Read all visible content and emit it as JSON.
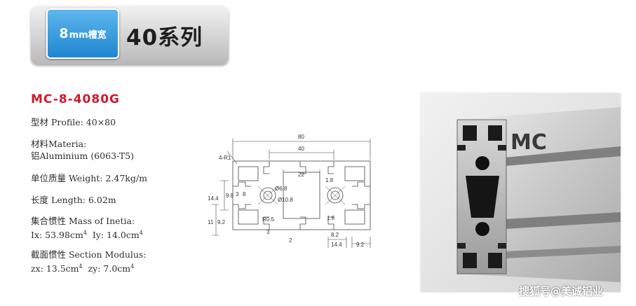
{
  "header": {
    "badge_number": "8",
    "badge_unit": "mm槽宽",
    "series_title": "40系列",
    "colors": {
      "badge": "#2b8fd6",
      "model": "#d2192c"
    }
  },
  "model": "MC-8-4080G",
  "specs": {
    "profile": "型材 Profile: 40×80",
    "material_label": "材料Materia:",
    "material_value": "铝Aluminium (6063-T5)",
    "weight": "单位质量 Weight: 2.47kg/m",
    "length": "长度 Length: 6.02m",
    "inertia_label": "集合惯性 Mass of Inetia:",
    "ix": "Ix: 53.98cm",
    "iy": "Iy: 14.0cm",
    "inertia_exp": "4",
    "section_label": "截面惯性 Section Modulus:",
    "zx": "zx: 13.5cm",
    "zy": "zy: 7.0cm",
    "section_exp": "4"
  },
  "drawing": {
    "dim_80": "80",
    "dim_40": "40",
    "dim_22": "22",
    "dim_4r1": "4-R1",
    "dim_14_4_left": "14.4",
    "dim_9_8": "9.8",
    "dim_3": "3",
    "dim_8": "8",
    "dim_d6_8": "Ø6.8",
    "dim_d10_8": "Ø10.8",
    "dim_1_8_top": "1.8",
    "dim_11": "11",
    "dim_9_2_left": "9.2",
    "dim_r0_5": "R0.5",
    "dim_3_bottom": "3",
    "dim_2": "2",
    "dim_1_8_bottom": "1.8",
    "dim_8_2": "8.2",
    "dim_14_4_bottom": "14.4",
    "dim_9_2_bottom": "9.2"
  },
  "photo": {
    "label": "MC",
    "watermark": "搜狐号@美诚铝业"
  }
}
